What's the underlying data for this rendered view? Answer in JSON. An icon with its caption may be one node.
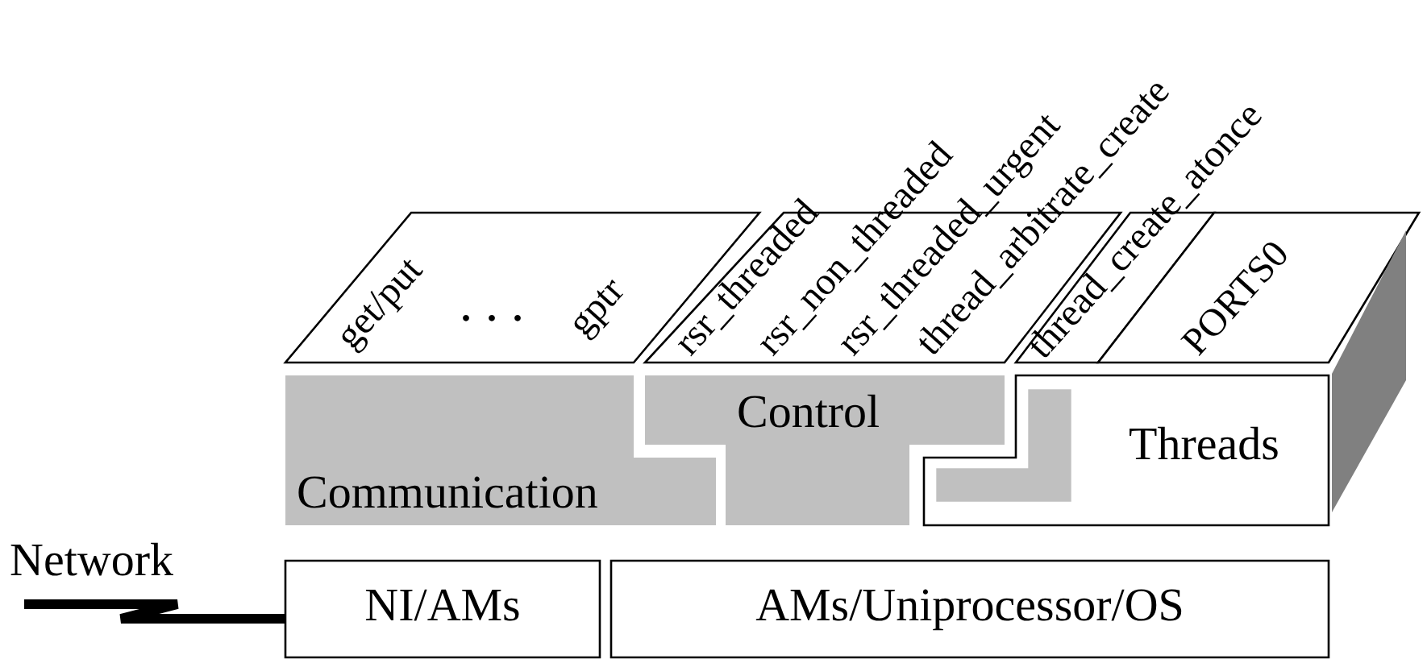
{
  "diagram": {
    "nodes": [
      {
        "text": [],
        "shape": "parallelogram"
      },
      {
        "text": [],
        "shape": "parallelogram"
      },
      {
        "text": [],
        "shape": "parallelogram"
      },
      {
        "text": [],
        "shape": "parallelogram"
      },
      {
        "text": [
          "Communication"
        ]
      },
      {
        "text": [
          "Control"
        ]
      },
      {
        "text": [
          "Threads"
        ]
      },
      {
        "text": [],
        "shape": "box",
        "in": 6
      },
      {
        "text": [
          "NI/AMs"
        ]
      },
      {
        "text": [
          "AMs/Uniprocessor/OS"
        ]
      },
      {
        "text": [
          "Network"
        ]
      },
      {
        "text": [],
        "shape": "parallelogram"
      }
    ],
    "edges": [
      {
        "from": 10,
        "to": 8,
        "arrow": "none"
      }
    ],
    "labels": [
      "get/put",
      "...",
      "gptr",
      "rsr_threaded",
      "rsr_non_threaded",
      "rsr_threaded_urgent",
      "thread_arbitrate_create",
      "thread_create_atonce",
      "PORTS0"
    ]
  }
}
